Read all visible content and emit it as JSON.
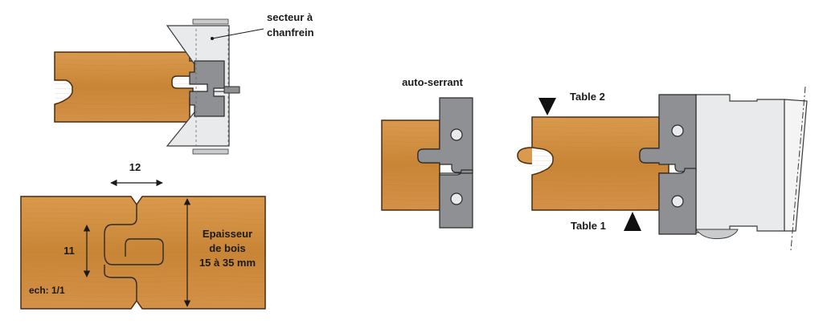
{
  "colors": {
    "wood_light": "#d99a4e",
    "wood_dark": "#c57f33",
    "wood_outline": "#4a2a10",
    "steel_dark": "#8e9094",
    "steel_light": "#e9eaeb",
    "steel_mid": "#c9cbcd",
    "outline": "#3a3a3a",
    "text": "#1a1a1a"
  },
  "labels": {
    "sector_line1": "secteur à",
    "sector_line2": "chanfrein",
    "dim_width": "12",
    "dim_height": "11",
    "thickness_line1": "Epaisseur",
    "thickness_line2": "de bois",
    "thickness_line3": "15 à 35 mm",
    "scale": "ech: 1/1",
    "self_centering": "auto-serrant",
    "table2": "Table 2",
    "table1": "Table 1"
  }
}
